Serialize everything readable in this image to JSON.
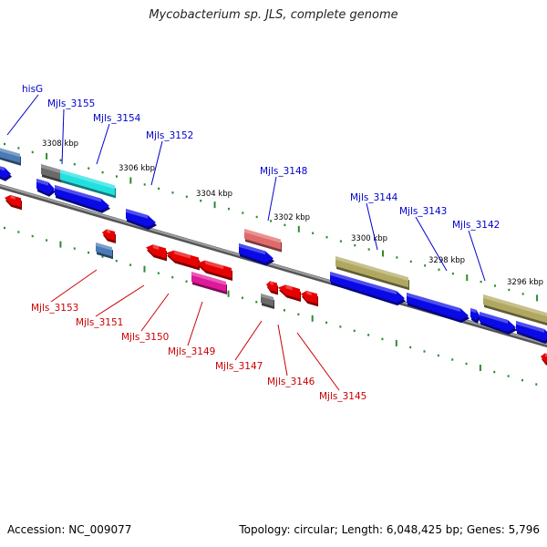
{
  "header": {
    "title": "Mycobacterium sp. JLS, complete genome"
  },
  "footer": {
    "accession": "Accession: NC_009077",
    "summary": "Topology: circular; Length: 6,048,425 bp; Genes: 5,796"
  },
  "colors": {
    "forward_label": "#0000cc",
    "reverse_label": "#cc0000",
    "backbone": "#808080",
    "tick_mark": "#2e8b2e"
  },
  "scale": {
    "ticks": [
      "3308 kbp",
      "3306 kbp",
      "3304 kbp",
      "3302 kbp",
      "3300 kbp",
      "3298 kbp",
      "3296 kbp"
    ]
  },
  "genes": {
    "forward": [
      "hisG",
      "Mjls_3155",
      "Mjls_3154",
      "Mjls_3152",
      "Mjls_3148",
      "Mjls_3144",
      "Mjls_3143",
      "Mjls_3142"
    ],
    "reverse": [
      "Mjls_3153",
      "Mjls_3151",
      "Mjls_3150",
      "Mjls_3149",
      "Mjls_3147",
      "Mjls_3146",
      "Mjls_3145"
    ]
  }
}
